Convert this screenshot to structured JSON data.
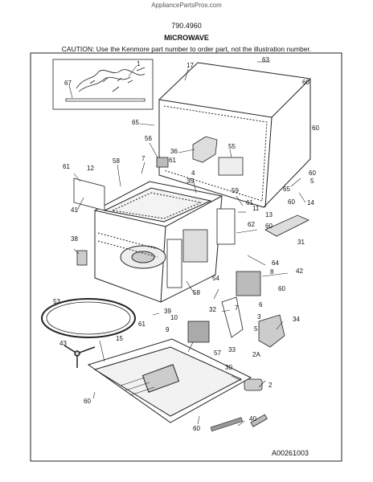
{
  "header": {
    "site": "AppliancePartsPros.com",
    "model": "790.4960",
    "title": "MICROWAVE",
    "caution": "CAUTION: Use the Kenmore part number to order part, not the illustration number."
  },
  "footer": {
    "code": "A00261003"
  },
  "parts": [
    "1",
    "67",
    "17",
    "63",
    "60",
    "65",
    "60",
    "56",
    "36",
    "55",
    "61",
    "58",
    "7",
    "12",
    "60",
    "5",
    "61",
    "4",
    "35",
    "59",
    "65",
    "14",
    "41",
    "60",
    "11",
    "61",
    "13",
    "60",
    "62",
    "31",
    "38",
    "64",
    "8",
    "42",
    "53",
    "58",
    "54",
    "60",
    "39",
    "7",
    "32",
    "6",
    "3",
    "9",
    "10",
    "34",
    "61",
    "5",
    "43",
    "15",
    "57",
    "33",
    "2A",
    "30",
    "2",
    "60",
    "60",
    "40"
  ]
}
